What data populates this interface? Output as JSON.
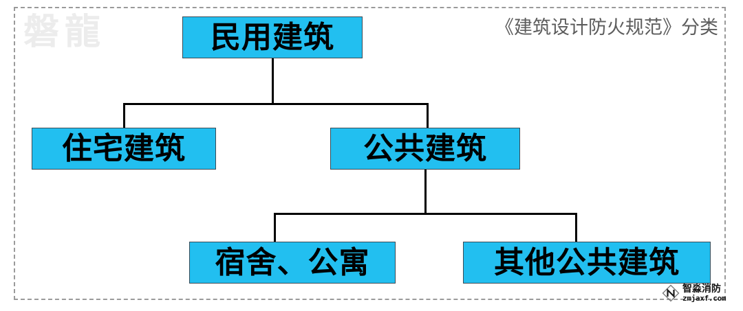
{
  "frame": {
    "border_color": "#9a9a9a",
    "style": "dashed"
  },
  "brand_watermark": {
    "text": "磐龍",
    "color": "#ececec"
  },
  "caption": {
    "text": "《建筑设计防火规范》分类",
    "color": "#5d5d5d"
  },
  "palette": {
    "node_fill": "#22bff0",
    "node_border": "#3a4a55",
    "connector": "#000000",
    "text": "#000000"
  },
  "site_watermark": {
    "logo_icon": "diamond-n-logo-icon",
    "name": "智淼消防",
    "url": "zmjaxf.com"
  },
  "chart_data": {
    "type": "diagram",
    "subtype": "tree",
    "title": "《建筑设计防火规范》分类",
    "orientation": "top-down",
    "nodes": [
      {
        "id": "minyong",
        "label": "民用建筑",
        "level": 0,
        "parent": null
      },
      {
        "id": "zhuzhai",
        "label": "住宅建筑",
        "level": 1,
        "parent": "minyong"
      },
      {
        "id": "gonggong",
        "label": "公共建筑",
        "level": 1,
        "parent": "minyong"
      },
      {
        "id": "sushe",
        "label": "宿舍、公寓",
        "level": 2,
        "parent": "gonggong"
      },
      {
        "id": "qita",
        "label": "其他公共建筑",
        "level": 2,
        "parent": "gonggong"
      }
    ],
    "edges": [
      {
        "from": "minyong",
        "to": "zhuzhai"
      },
      {
        "from": "minyong",
        "to": "gonggong"
      },
      {
        "from": "gonggong",
        "to": "sushe"
      },
      {
        "from": "gonggong",
        "to": "qita"
      }
    ]
  }
}
